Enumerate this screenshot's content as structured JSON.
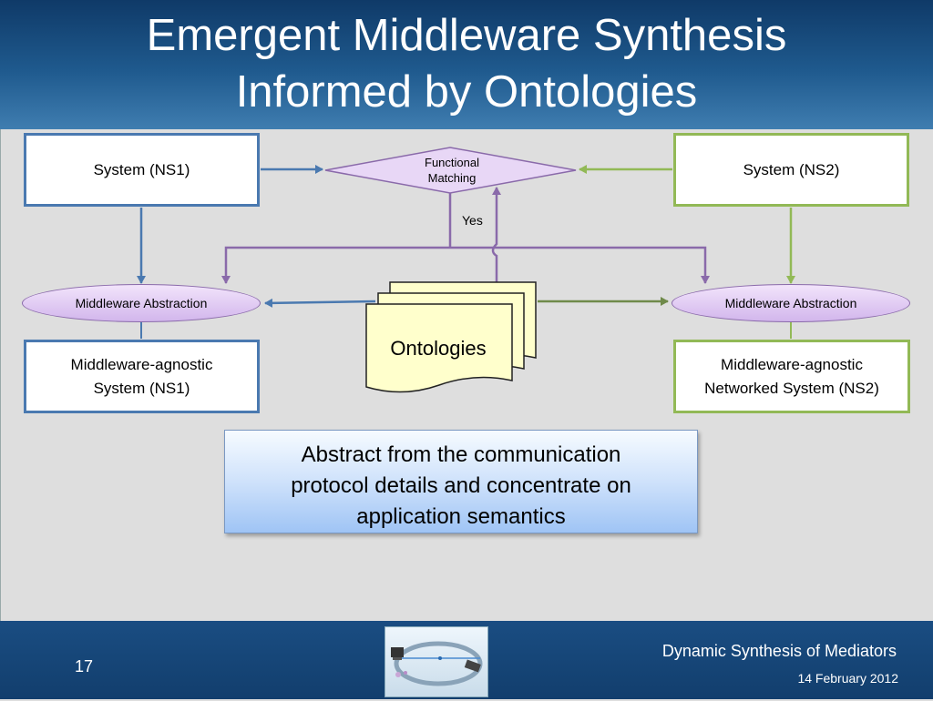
{
  "slide": {
    "title_line1": "Emergent Middleware Synthesis",
    "title_line2": "Informed by Ontologies",
    "page_number": "17",
    "footer_title": "Dynamic Synthesis of Mediators",
    "footer_date": "14 February 2012"
  },
  "diagram": {
    "ns1_system": "System (NS1)",
    "ns2_system": "System (NS2)",
    "functional_matching_line1": "Functional",
    "functional_matching_line2": "Matching",
    "yes_label": "Yes",
    "middleware_abstraction_left": "Middleware Abstraction",
    "middleware_abstraction_right": "Middleware Abstraction",
    "ontologies": "Ontologies",
    "agnostic_ns1_line1": "Middleware-agnostic",
    "agnostic_ns1_line2": "System (NS1)",
    "agnostic_ns2_line1": "Middleware-agnostic",
    "agnostic_ns2_line2": "Networked System (NS2)",
    "note_line1": "Abstract from the communication",
    "note_line2": "protocol details and concentrate on",
    "note_line3": "application semantics"
  },
  "colors": {
    "ns1_blue": "#4a79b0",
    "ns2_green": "#92b956",
    "matching_purple": "#8a6aaa",
    "ontology_yellow": "#ffffcc"
  }
}
